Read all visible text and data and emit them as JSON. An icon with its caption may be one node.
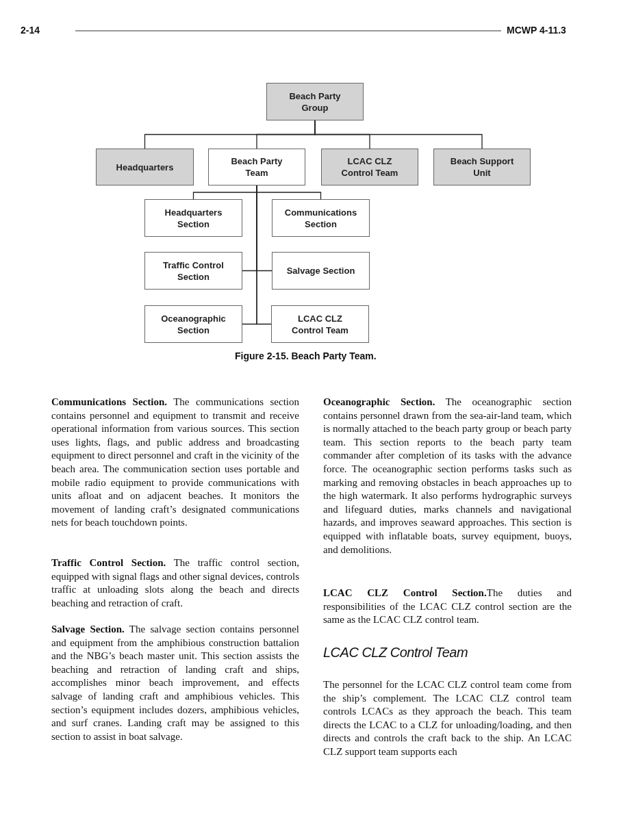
{
  "diagram": {
    "caption": "Figure 2-15. Beach Party Team.",
    "nodes": [
      {
        "text": [
          "Beach Party Group"
        ]
      },
      {
        "text": [
          "Headquarters"
        ]
      },
      {
        "text": [
          "Beach Party Team"
        ]
      },
      {
        "text": [
          "LCAC CLZ Control Team"
        ]
      },
      {
        "text": [
          "Beach Support Unit"
        ]
      },
      {
        "text": [
          "Headquarters Section"
        ]
      },
      {
        "text": [
          "Communications Section"
        ]
      },
      {
        "text": [
          "Traffic Control Section"
        ]
      },
      {
        "text": [
          "Salvage Section"
        ]
      },
      {
        "text": [
          "Oceanographic Section"
        ]
      },
      {
        "text": [
          "LCAC CLZ Control Team"
        ]
      }
    ],
    "edges": [
      {
        "from": 0,
        "to": 1,
        "arrow": "none"
      },
      {
        "from": 0,
        "to": 2,
        "arrow": "none"
      },
      {
        "from": 0,
        "to": 3,
        "arrow": "none"
      },
      {
        "from": 0,
        "to": 4,
        "arrow": "none"
      },
      {
        "from": 2,
        "to": 5,
        "arrow": "none"
      },
      {
        "from": 2,
        "to": 6,
        "arrow": "none"
      },
      {
        "from": 2,
        "to": 7,
        "arrow": "none"
      },
      {
        "from": 2,
        "to": 8,
        "arrow": "none"
      },
      {
        "from": 2,
        "to": 9,
        "arrow": "none"
      },
      {
        "from": 2,
        "to": 10,
        "arrow": "none"
      }
    ],
    "labels": [
      "2-14",
      "MCWP 4-11.3",
      "**Communications Section.** The communications section contains personnel and equipment to transmit and receive operational information from various sources. This section uses lights, flags, and public address and broadcasting equipment to direct personnel and craft in the vicinity of the beach area. The communication section uses portable and mobile radio equipment to provide communications with units afloat and on adjacent beaches. It monitors the movement of landing craft’s designated communications nets for beach touchdown points.",
      "**Traffic Control Section.** The traffic control section, equipped with signal flags and other signal devices, controls traffic at unloading slots along the beach and directs beaching and retraction of craft.",
      "**Salvage Section.** The salvage section contains personnel and equipment from the amphibious construction battalion and the NBG’s beach master unit. This section assists the beaching and retraction of landing craft and ships, accomplishes minor beach improvement, and effects salvage of landing craft and amphibious vehicles. This section’s equipment includes dozers, amphibious vehicles, and surf cranes. Landing craft may be assigned to this section to assist in boat salvage.",
      "**Oceanographic Section.** The oceanographic section contains personnel drawn from the sea-air-land team, which is normally attached to the beach party group or beach party team. This section reports to the beach party team commander after completion of its tasks with the advance force. The oceanographic section performs tasks such as marking and removing obstacles in beach approaches up to the high watermark. It also performs hydrographic surveys and lifeguard duties, marks channels and navigational hazards, and improves seaward approaches. This section is equipped with inflatable boats, survey equipment, buoys, and demolitions.",
      "**LCAC CLZ Control Section.**The duties and responsibilities of the LCAC CLZ control section are the same as the LCAC CLZ control team.",
      "LCAC CLZ Control Team",
      "The personnel for the LCAC CLZ control team come from the ship’s complement. The LCAC CLZ control team controls LCACs as they approach the beach. This team directs the LCAC to a CLZ for unloading/loading, and then directs and controls the craft back to the ship. An LCAC CLZ support team supports each"
    ]
  }
}
